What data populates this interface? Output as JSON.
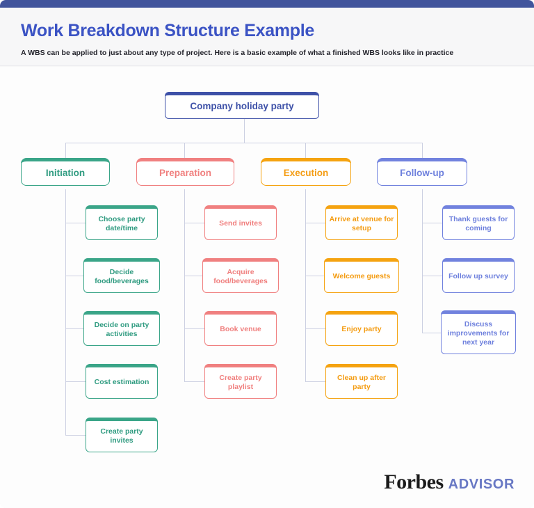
{
  "header": {
    "title": "Work Breakdown Structure Example",
    "subtitle": "A WBS can be applied to just about any type of project. Here is a basic example of what a finished WBS looks like in practice",
    "topbar_color": "#41549C",
    "title_color": "#3B53C4"
  },
  "chart_data": {
    "type": "diagram",
    "title": "Work Breakdown Structure Example",
    "root": {
      "label": "Company holiday party",
      "color": "#3E51A8"
    },
    "branches": [
      {
        "label": "Initiation",
        "color": "#3AA588",
        "children": [
          "Choose party date/time",
          "Decide food/beverages",
          "Decide on party activities",
          "Cost estimation",
          "Create party invites"
        ]
      },
      {
        "label": "Preparation",
        "color": "#F08080",
        "children": [
          "Send invites",
          "Acquire food/beverages",
          "Book venue",
          "Create party playlist"
        ]
      },
      {
        "label": "Execution",
        "color": "#F5A310",
        "children": [
          "Arrive at venue for setup",
          "Welcome guests",
          "Enjoy party",
          "Clean up after party"
        ]
      },
      {
        "label": "Follow-up",
        "color": "#7182DE",
        "children": [
          "Thank guests for coming",
          "Follow up survey",
          "Discuss improvements for next year"
        ]
      }
    ],
    "connector_color": "#ccd0e2"
  },
  "nodes": {
    "root": "Company holiday party",
    "b0": "Initiation",
    "b0c0": "Choose party date/time",
    "b0c1": "Decide food/beverages",
    "b0c2": "Decide on party activities",
    "b0c3": "Cost estimation",
    "b0c4": "Create party invites",
    "b1": "Preparation",
    "b1c0": "Send invites",
    "b1c1": "Acquire food/beverages",
    "b1c2": "Book venue",
    "b1c3": "Create party playlist",
    "b2": "Execution",
    "b2c0": "Arrive at venue for setup",
    "b2c1": "Welcome guests",
    "b2c2": "Enjoy party",
    "b2c3": "Clean up after party",
    "b3": "Follow-up",
    "b3c0": "Thank guests for coming",
    "b3c1": "Follow up survey",
    "b3c2": "Discuss improvements for next year"
  },
  "footer": {
    "brand": "Forbes",
    "product": "ADVISOR"
  }
}
